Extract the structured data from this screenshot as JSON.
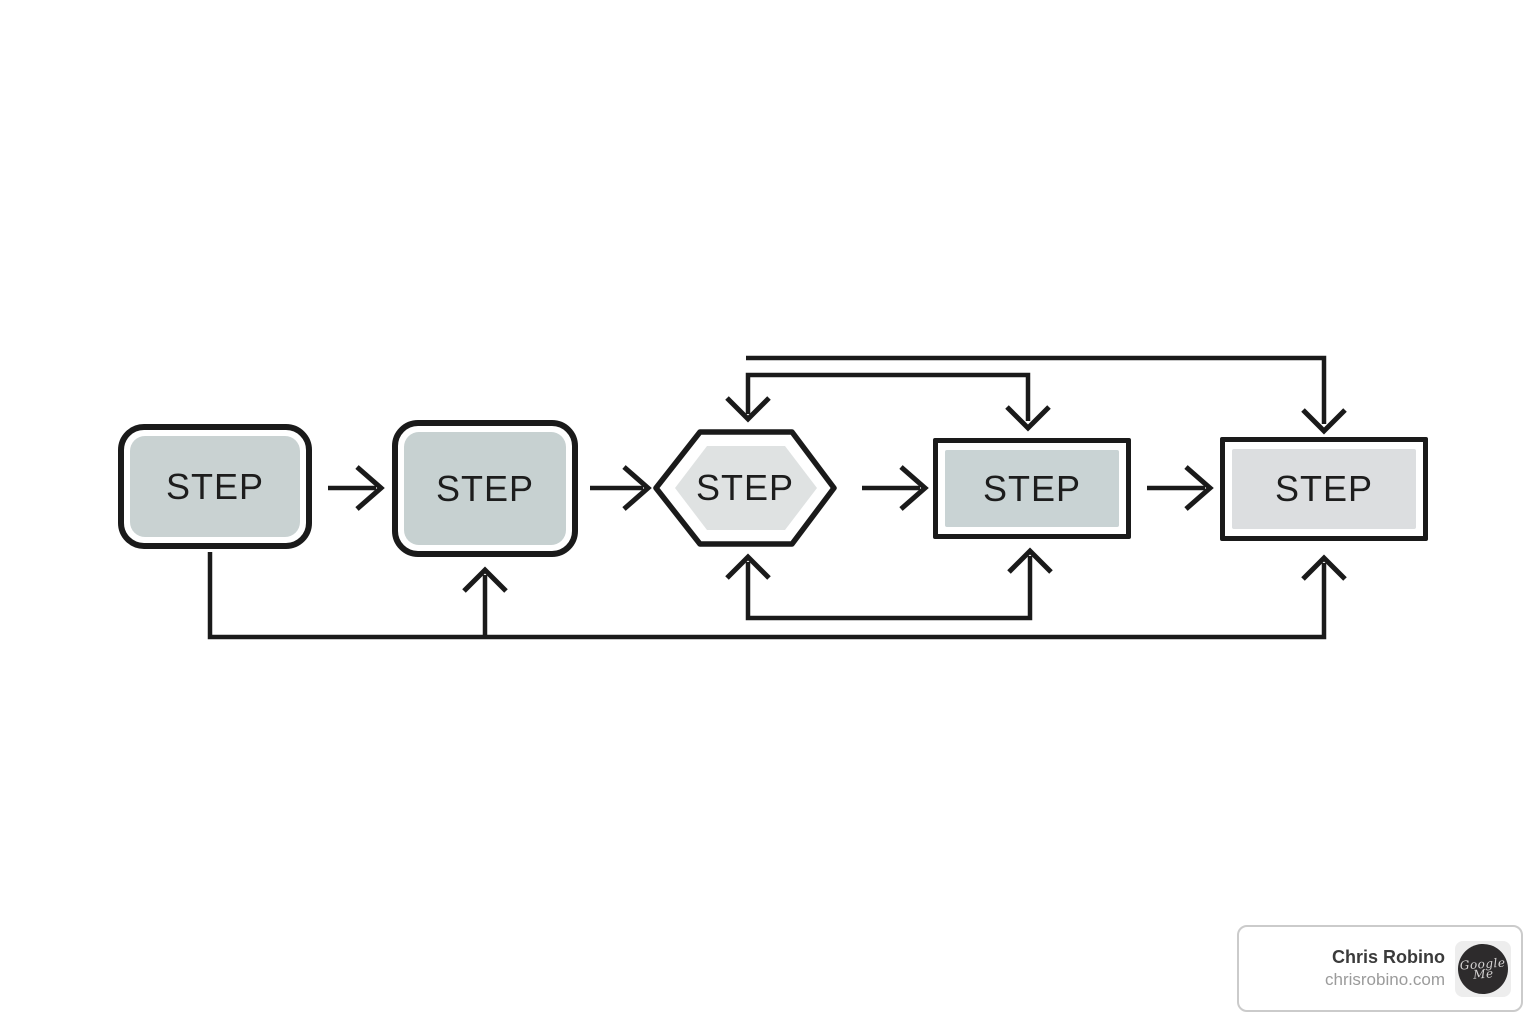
{
  "canvas": {
    "background": "#ffffff",
    "stroke_color": "#1a1a1a",
    "text_color": "#1d1d1d"
  },
  "diagram": {
    "nodes": [
      {
        "id": "step-1",
        "label": "STEP",
        "shape": "rounded-rectangle",
        "fill": "#c9d2d2"
      },
      {
        "id": "step-2",
        "label": "STEP",
        "shape": "rounded-rectangle",
        "fill": "#c7d1d1"
      },
      {
        "id": "step-3",
        "label": "STEP",
        "shape": "hexagon",
        "fill": "#dfe2e2"
      },
      {
        "id": "step-4",
        "label": "STEP",
        "shape": "rectangle",
        "fill": "#c9d3d4"
      },
      {
        "id": "step-5",
        "label": "STEP",
        "shape": "rectangle",
        "fill": "#dcdee0"
      }
    ],
    "flow": "step-1 > step-2 > step-3 > step-4 > step-5, with forward feed lines from above step-3 into step-4 and step-5, a return loop between step-3 and step-4 below, and a bottom return line from step-1 feeding step-2 and step-5"
  },
  "watermark": {
    "name": "Chris Robino",
    "website": "chrisrobino.com",
    "badge": {
      "line1": "Google",
      "line2": "Me",
      "background": "#2d2b2c",
      "text_color": "#d6d4d4"
    }
  }
}
